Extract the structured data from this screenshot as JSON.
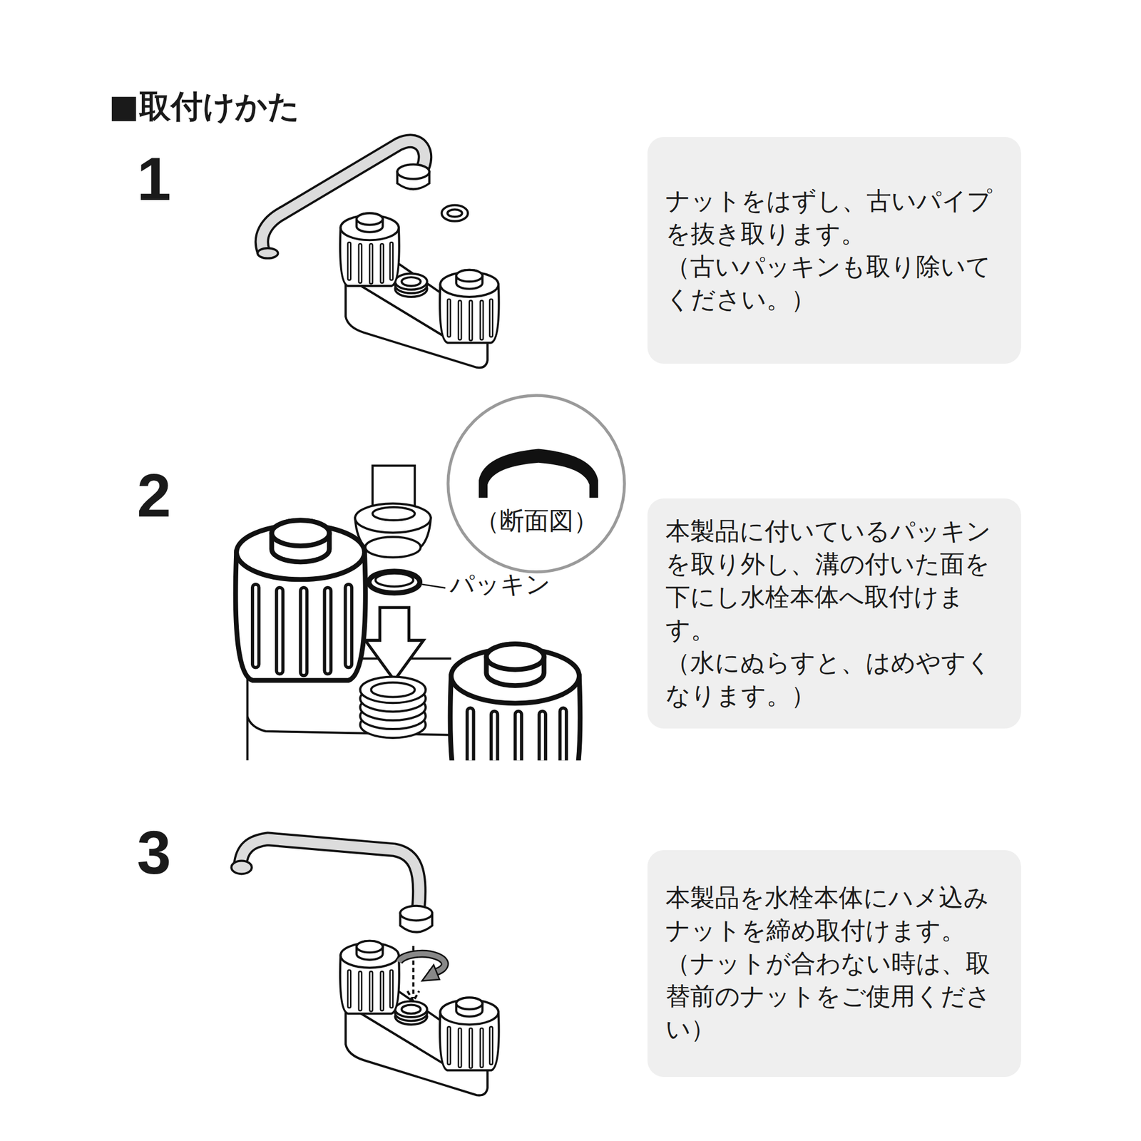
{
  "diagram": {
    "title": "■取付けかた",
    "nodes": [
      {
        "text": [
          "ナットをはずし、古いパイプを抜き取ります。",
          "（古いパッキンも取り除いてください。）"
        ]
      },
      {
        "text": [
          "本製品に付いているパッキンを取り外し、溝の付いた面を下にし水栓本体へ取付けます。",
          "（水にぬらすと、はめやすくなります。）"
        ]
      },
      {
        "text": [
          "本製品を水栓本体にハメ込みナットを締め取付けます。",
          "（ナットが合わない時は、取替前のナットをご使用ください）"
        ]
      },
      {
        "text": [
          "（断面図）"
        ]
      }
    ],
    "labels": [
      "1",
      "2",
      "3",
      "パッキン"
    ]
  }
}
